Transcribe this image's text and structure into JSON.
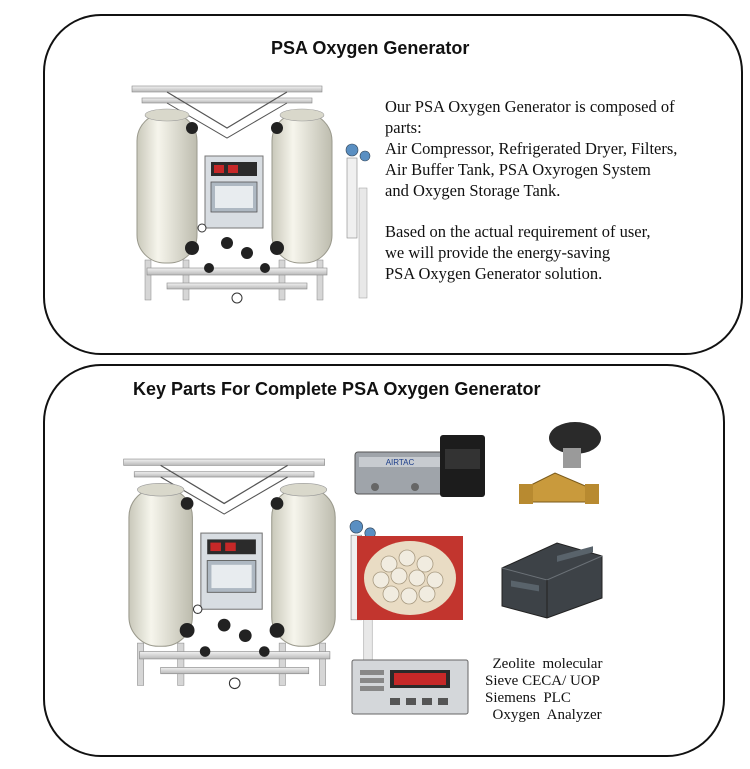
{
  "top_panel": {
    "title": "PSA Oxygen Generator",
    "paragraph1": "Our PSA Oxygen Generator is composed of\nparts:\nAir Compressor, Refrigerated Dryer, Filters,\nAir Buffer Tank, PSA Oxyrogen System\nand Oxygen Storage Tank.",
    "paragraph2": "Based on the actual requirement of user,\nwe will provide the energy-saving\nPSA Oxygen Generator solution."
  },
  "bottom_panel": {
    "title": "Key Parts For Complete PSA Oxygen Generator",
    "captions": [
      "  Zeolite  molecular",
      "Sieve CECA/ UOP",
      "Siemens  PLC",
      "  Oxygen  Analyzer"
    ],
    "valve_brand": "AIRTAC"
  },
  "colors": {
    "tank": "#ecebdf",
    "border": "#111111",
    "control_box": "#d8dde2"
  }
}
